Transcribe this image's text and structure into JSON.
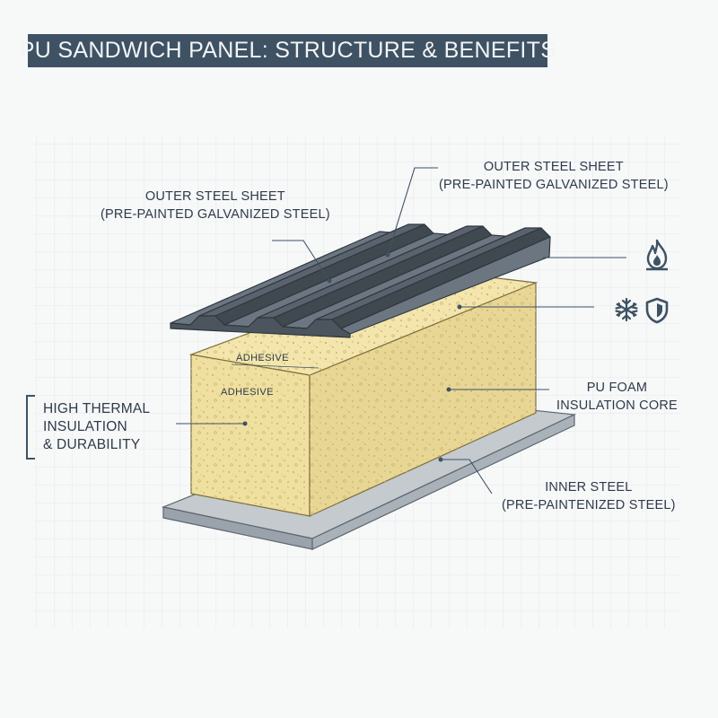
{
  "title": "PU SANDWICH PANEL: STRUCTURE & BENEFITS",
  "labels": {
    "outer_left": [
      "OUTER STEEL SHEET",
      "(PRE-PAINTED GALVANIZED STEEL)"
    ],
    "outer_right": [
      "OUTER STEEL SHEET",
      "(PRE-PAINTED GALVANIZED STEEL)"
    ],
    "adhesive_top": "ADHESIVE",
    "adhesive_face": "ADHESIVE",
    "benefit": [
      "HIGH THERMAL",
      "INSULATION",
      "& DURABILITY"
    ],
    "foam": [
      "PU FOAM",
      "INSULATION CORE"
    ],
    "inner": [
      "INNER STEEL",
      "(PRE-PAINTENIZED STEEL)"
    ]
  },
  "icons": [
    "fire-icon",
    "snowflake-icon",
    "shield-icon"
  ],
  "colors": {
    "title_bg": "#3e5264",
    "steel_dark": "#55606c",
    "steel_inner": "#b9c0c6",
    "foam": "#f1e3a4",
    "icon": "#3e5264"
  }
}
